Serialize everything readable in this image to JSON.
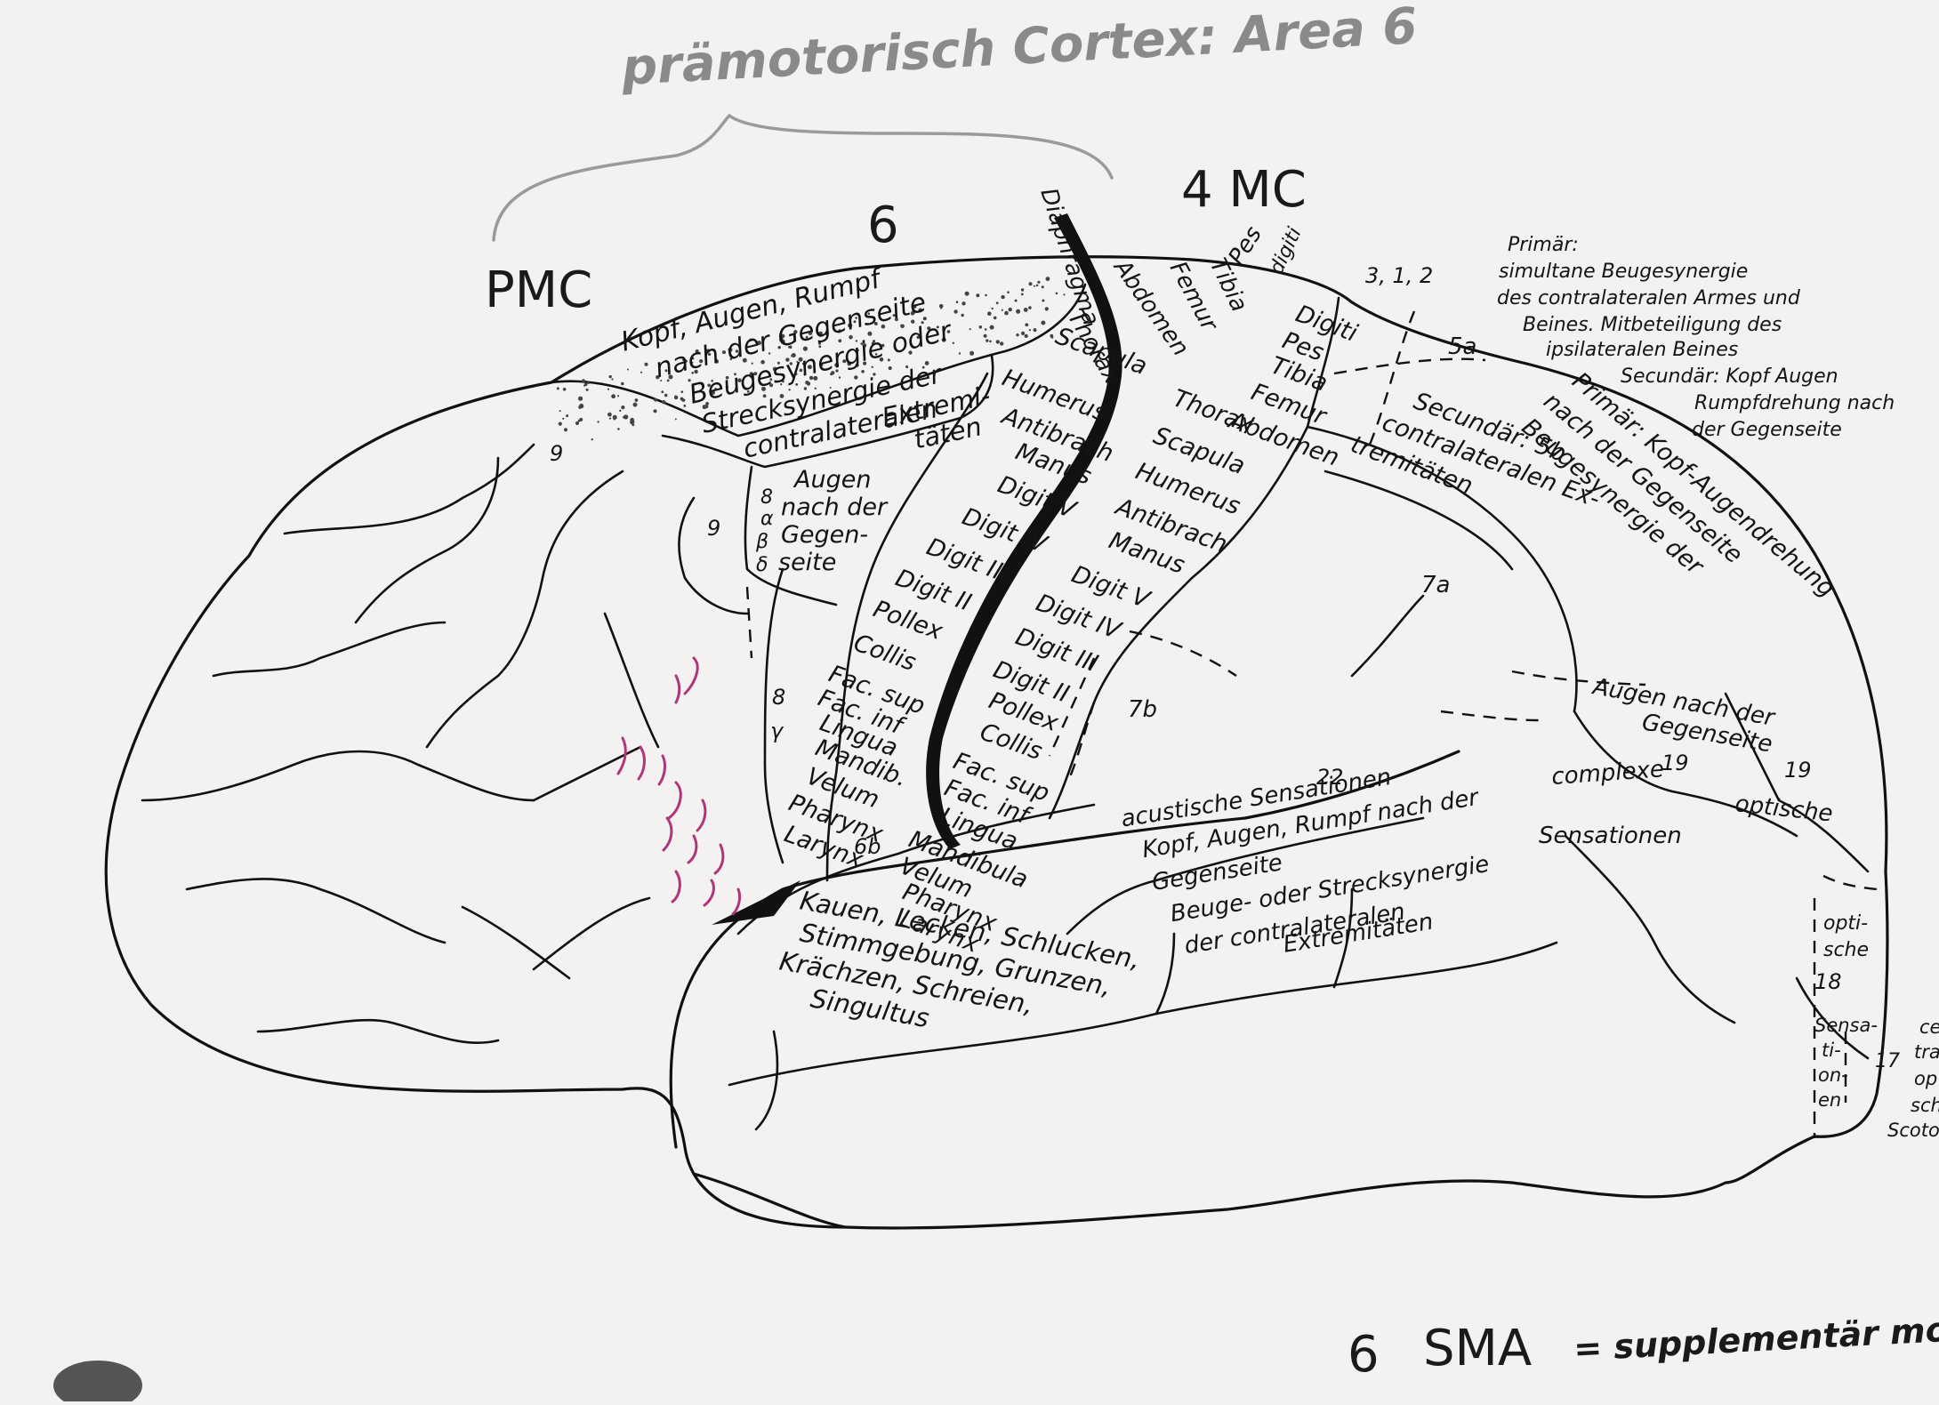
{
  "header": {
    "pencil_note": "prämotorisch Cortex: Area 6",
    "pmc": "PMC",
    "area6": "6",
    "mc": "4 MC",
    "area312": "3, 1, 2"
  },
  "footer": {
    "sma_number": "6",
    "sma_abbrev": "SMA",
    "sma_definition": "= supplementär motor"
  },
  "area_numbers": {
    "nine_a": "9",
    "nine_b": "9",
    "eight": "8",
    "six_b": "6b",
    "five_a": "5a",
    "seven_a": "7a",
    "seven_b": "7b",
    "twentytwo": "22",
    "nineteen_a": "19",
    "nineteen_b": "19",
    "eighteen": "18",
    "seventeen": "17"
  },
  "area6_frontal": {
    "lines": [
      "Kopf, Augen, Rumpf",
      "nach der Gegenseite",
      "Beugesynergie oder"
    ]
  },
  "area6_second": {
    "lines": [
      "Strecksynergie der",
      "contralateralen",
      "Extremi-",
      "täten"
    ]
  },
  "area8_top": {
    "greek": [
      "8",
      "α",
      "β",
      "δ"
    ],
    "lines": [
      "Augen",
      "nach der",
      "Gegen-",
      "seite"
    ]
  },
  "area8_lower": {
    "label": "8",
    "gamma": "γ"
  },
  "motor_column_front": {
    "lines": [
      "Scapula",
      "Humerus",
      "Antibrach",
      "Manus",
      "Digit V",
      "Digit IV",
      "Digit III",
      "Digit II",
      "Pollex",
      "Collis",
      "Fac. sup",
      "Fac. inf",
      "Lingua",
      "Mandib.",
      "Velum",
      "Pharynx",
      "Larynx"
    ]
  },
  "motor_column_back": {
    "lines": [
      "Digiti",
      "Pes",
      "Tibia",
      "Femur",
      "Abdomen",
      "Thorax",
      "Scapula",
      "Humerus",
      "Antibrach",
      "Manus",
      "Digit V",
      "Digit IV",
      "Digit III",
      "Digit II",
      "Pollex",
      "Collis",
      "Fac. sup",
      "Fac. inf",
      "Lingua",
      "Mandibula",
      "Velum",
      "Pharynx",
      "Larynx"
    ]
  },
  "motor_top": {
    "diaphragma": "Diaphragma",
    "thorax": "Thorax",
    "abdomen": "Abdomen",
    "femur": "Femur",
    "tibia": "Tibia",
    "pes": "Pes",
    "digiti": "digiti"
  },
  "primaer_note": {
    "lines": [
      "Primär:",
      "simultane Beugesynergie",
      "des contralateralen Armes und",
      "Beines. Mitbeteiligung des",
      "ipsilateralen Beines",
      "Secundär: Kopf Augen",
      "Rumpfdrehung nach",
      "der Gegenseite"
    ]
  },
  "area5b": {
    "lines": [
      "Secundär: 5b",
      "contralateralen Ex-",
      "tremitäten"
    ]
  },
  "area7_arc": {
    "lines": [
      "Primär: Kopf-Augendrehung",
      "nach der Gegenseite",
      "Beugesynergie der"
    ]
  },
  "area22": {
    "lines": [
      "acustische Sensationen",
      "Kopf, Augen, Rumpf nach der",
      "Gegenseite",
      "Beuge- oder Strecksynergie",
      "der contralateralen",
      "Extremitäten"
    ]
  },
  "area19": {
    "lines": [
      "Augen nach der",
      "Gegenseite",
      "complexe",
      "Sensationen"
    ],
    "optische": "optische"
  },
  "area18": {
    "lines": [
      "opti-",
      "sche"
    ]
  },
  "area17": {
    "lines": [
      "Sensa-",
      "ti-",
      "on-",
      "en"
    ]
  },
  "edge_right": {
    "lines": [
      "ce",
      "tra",
      "op",
      "sch",
      "Scoto"
    ]
  },
  "temporal": {
    "lines": [
      "Kauen, Lecken, Schlucken,",
      "Stimmgebung, Grunzen,",
      "Krächzen, Schreien,",
      "Singultus"
    ]
  }
}
